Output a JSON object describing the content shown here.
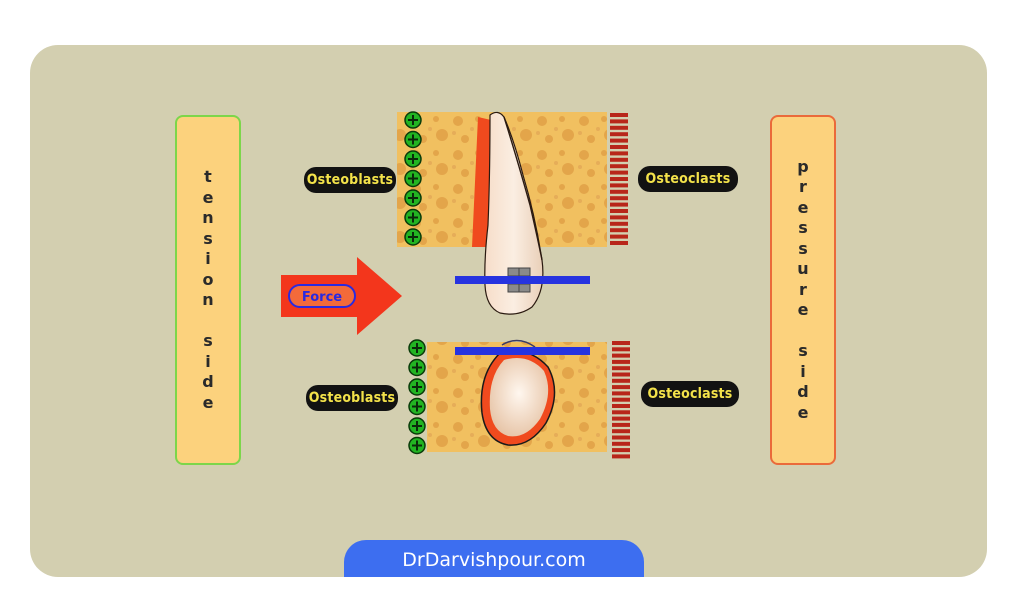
{
  "left_box": {
    "label": "tension side"
  },
  "right_box": {
    "label": "pressure side"
  },
  "cells": {
    "osteoblasts_label": "Osteoblasts",
    "osteoclasts_label": "Osteoclasts"
  },
  "force": {
    "label": "Force"
  },
  "footer": {
    "text": "DrDarvishpour.com"
  },
  "colors": {
    "background_panel": "#d3cfb0",
    "bone_fill": "#f1c060",
    "bone_hole": "#e3a54a",
    "tension_border": "#7cd64a",
    "pressure_border": "#ea6a3a",
    "ligament_red": "#f04a1e",
    "force_arrow": "#f3361c",
    "plane_blue": "#2633e0",
    "osteoblast_green": "#22b422",
    "osteoclast_red": "#b8261a",
    "footer_blue": "#3d6ef0"
  },
  "icons": {
    "osteoblast_marker": "plus-circle-icon",
    "osteoclast_marker": "red-bar-icon",
    "force_arrow": "right-arrow-icon"
  }
}
